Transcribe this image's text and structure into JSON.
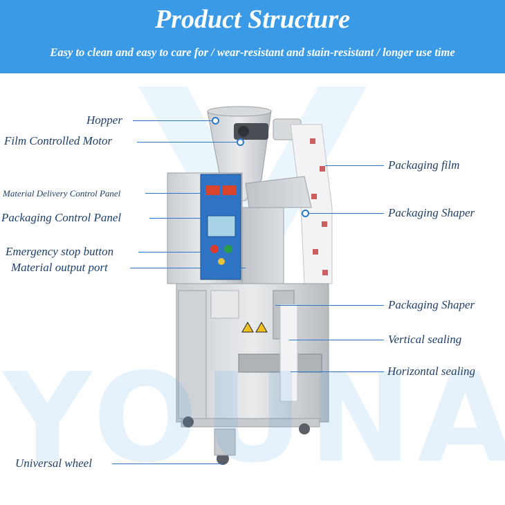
{
  "header": {
    "title": "Product Structure",
    "subtitle": "Easy to clean and easy to care for / wear-resistant and stain-resistant / longer use time"
  },
  "watermark": {
    "text": "YOUNA"
  },
  "colors": {
    "accent": "#3a9ae6",
    "line": "#2b78c9",
    "label": "#1f3f66"
  },
  "labels": {
    "hopper": "Hopper",
    "film_motor": "Film Controlled Motor",
    "material_panel": "Material Delivery Control Panel",
    "packaging_panel": "Packaging Control Panel",
    "emergency_stop": "Emergency stop button",
    "material_output": "Material output port",
    "universal_wheel": "Universal wheel",
    "packaging_film": "Packaging film",
    "packaging_shaper_top": "Packaging Shaper",
    "packaging_shaper_mid": "Packaging Shaper",
    "vertical_sealing": "Vertical sealing",
    "horizontal_sealing": "Horizontal sealing"
  }
}
